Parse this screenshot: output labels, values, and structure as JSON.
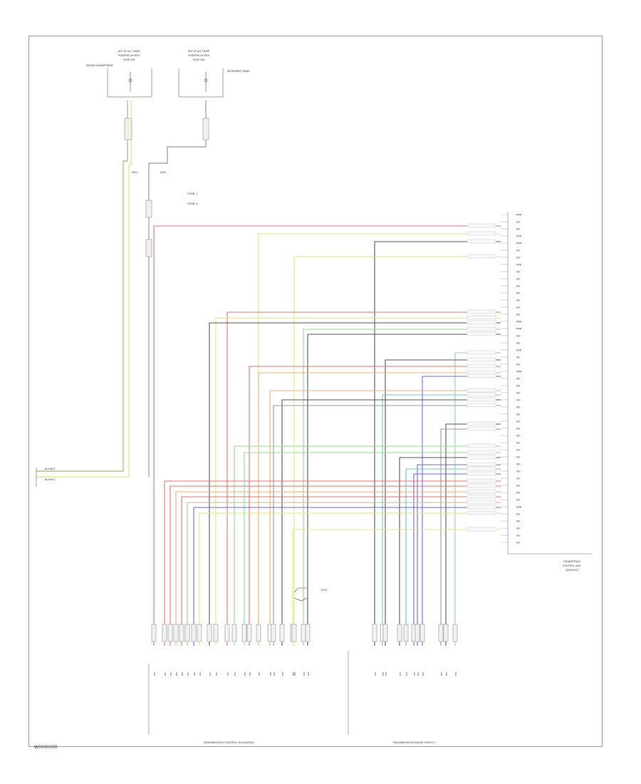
{
  "document": {
    "code": "W0000000",
    "palette": {
      "red": "#f07070",
      "yellow": "#e9e27a",
      "green": "#8ee08e",
      "blue": "#6a6af0",
      "gray": "#9a9a9a",
      "dark": "#555555",
      "tan": "#c8b98a",
      "orange": "#f0b070",
      "teal": "#6ac8c8",
      "frame": "#9a9a9a"
    }
  },
  "fuse_boxes": [
    {
      "name": "HOT AT ALL TIMES",
      "sub": "FUSE/RELAY BOX",
      "fuse": "FUSE 30A",
      "note": "ENGINE COMPARTMENT"
    },
    {
      "name": "HOT AT ALL TIMES",
      "sub": "FUSE/RELAY BOX",
      "fuse": "FUSE 15A",
      "note": "INSTRUMENT PANEL"
    }
  ],
  "splices": [
    "S201",
    "S202"
  ],
  "connector_labels": [
    "CONN. 1",
    "CONN. 2"
  ],
  "right_connector": {
    "caption": [
      "POWERTRAIN",
      "CONTROL UNIT",
      "(MODULE)"
    ],
    "pins": [
      "PWR",
      "SIG",
      "SIG",
      "GND",
      "PWR",
      "SIG",
      "SIG",
      "GND",
      "SIG",
      "SIG",
      "SIG",
      "SIG",
      "SIG",
      "SIG",
      "SIG",
      "PWR",
      "PWR",
      "SIG",
      "SIG",
      "GND",
      "SIG",
      "SIG",
      "PWR",
      "SIG",
      "SIG",
      "SIG",
      "SIG",
      "SIG",
      "SIG",
      "SIG",
      "SIG",
      "SIG",
      "SIG",
      "SIG",
      "SIG",
      "SIG",
      "SIG",
      "SIG",
      "SIG",
      "SIG",
      "SIG",
      "GND",
      "SIG",
      "SIG",
      "SIG",
      "SIG",
      "SIG"
    ]
  },
  "left_wires": [
    "BLU/WHT",
    "BLU/WHT"
  ],
  "bottom_groups": [
    {
      "label": "TRANSMISSION CONTROL SOLENOIDS"
    },
    {
      "label": "TRANSMISSION RANGE SWITCH"
    }
  ],
  "ground_label": "G101"
}
